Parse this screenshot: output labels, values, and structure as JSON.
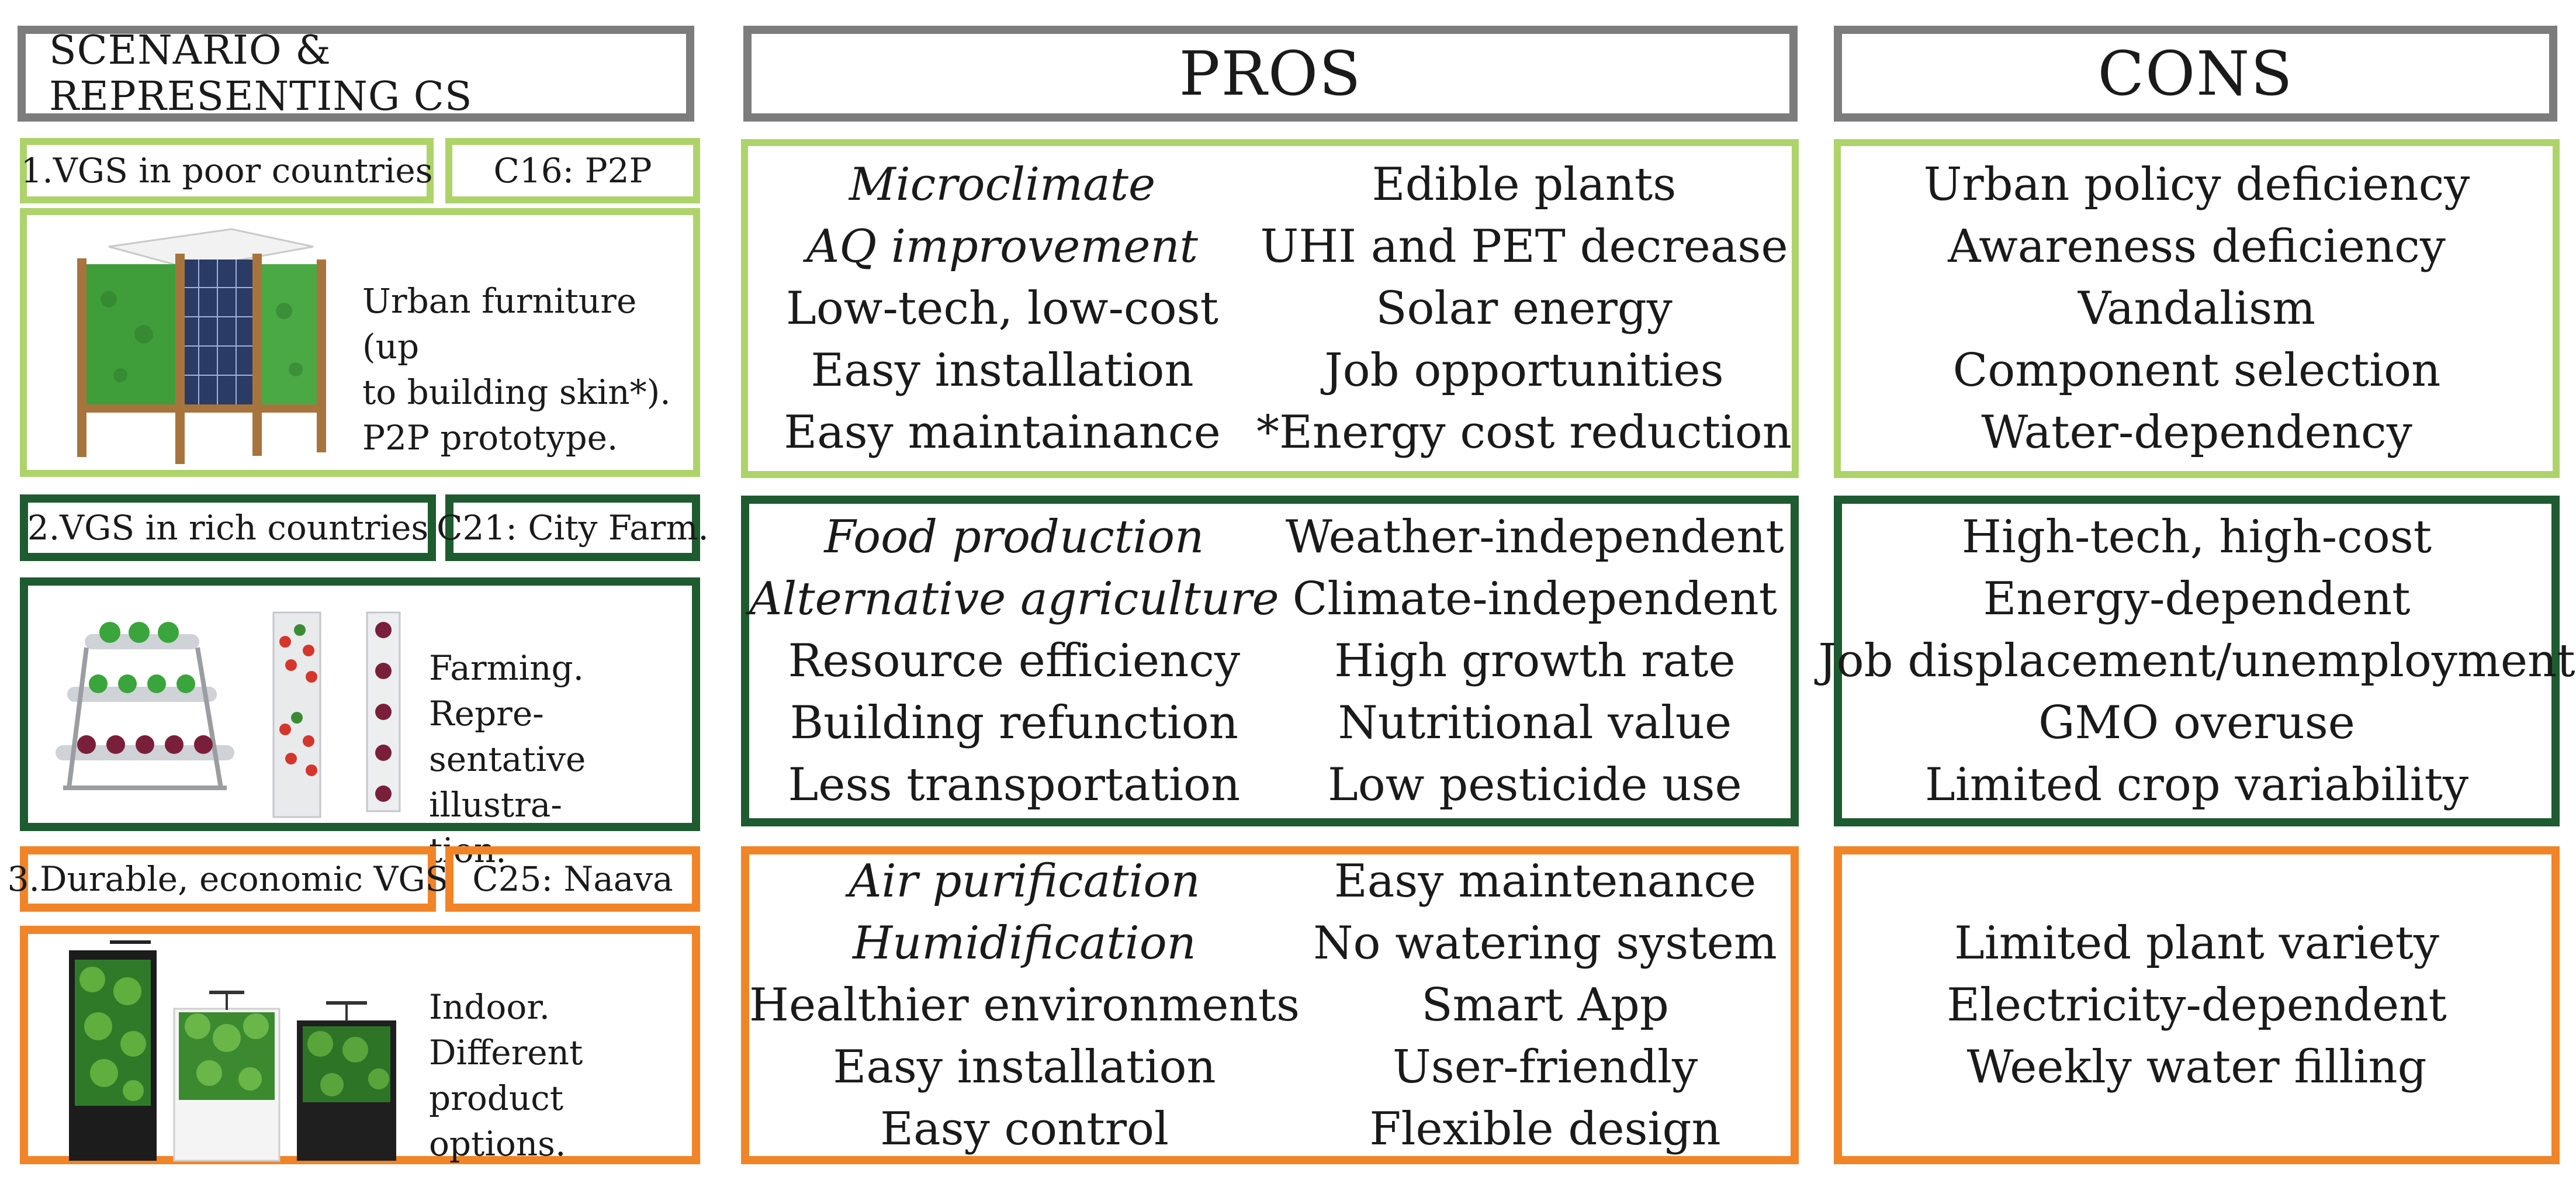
{
  "headers": {
    "scenario": "SCENARIO & REPRESENTING CS",
    "pros": "PROS",
    "cons": "CONS"
  },
  "colors": {
    "header_border": "#7c7c7c",
    "scenario_1": "#aed36a",
    "scenario_2": "#1e5b30",
    "scenario_3": "#f28428"
  },
  "rows": [
    {
      "scenario": "1.VGS in poor countries",
      "case": "C16: P2P",
      "image_icon": "p2p-prototype-illustration",
      "desc": [
        "Urban furniture (up",
        "to building skin*).",
        "P2P prototype."
      ],
      "pros_left": [
        "Microclimate",
        "AQ improvement",
        "Low-tech, low-cost",
        "Easy installation",
        "Easy maintainance"
      ],
      "pros_right": [
        "Edible plants",
        "UHI and PET decrease",
        "Solar energy",
        "Job opportunities",
        "*Energy cost reduction"
      ],
      "cons": [
        "Urban policy deficiency",
        "Awareness deficiency",
        "Vandalism",
        "Component selection",
        "Water-dependency"
      ]
    },
    {
      "scenario": "2.VGS in rich countries",
      "case": "C21: City Farm.",
      "image_icon": "hydroponic-farming-illustration",
      "desc": [
        "Farming. Repre-",
        "sentative illustra-",
        "tion."
      ],
      "pros_left": [
        "Food production",
        "Alternative agriculture",
        "Resource efficiency",
        "Building refunction",
        "Less transportation"
      ],
      "pros_right": [
        "Weather-independent",
        "Climate-independent",
        "High growth rate",
        "Nutritional value",
        "Low pesticide use"
      ],
      "cons": [
        "High-tech, high-cost",
        "Energy-dependent",
        "Job displacement/unemployment",
        "GMO overuse",
        "Limited crop variability"
      ]
    },
    {
      "scenario": "3.Durable, economic VGS",
      "case": "C25: Naava",
      "image_icon": "indoor-green-wall-illustration",
      "desc": [
        "Indoor. Different",
        "product",
        "options."
      ],
      "pros_left": [
        "Air purification",
        "Humidification",
        "Healthier environments",
        "Easy installation",
        "Easy control"
      ],
      "pros_right": [
        "Easy maintenance",
        "No watering system",
        "Smart App",
        "User-friendly",
        "Flexible design"
      ],
      "cons": [
        "Limited plant variety",
        "Electricity-dependent",
        "Weekly water filling"
      ]
    }
  ]
}
